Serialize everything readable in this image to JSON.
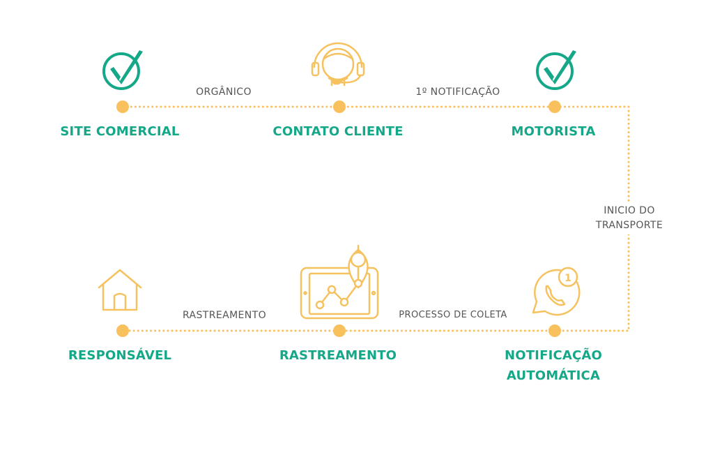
{
  "colors": {
    "accent": "#f9c05e",
    "title": "#14a889",
    "label": "#555555"
  },
  "nodes": {
    "site_comercial": {
      "title": "SITE COMERCIAL",
      "icon": "check-circle-icon"
    },
    "contato_cliente": {
      "title": "CONTATO CLIENTE",
      "icon": "headset-icon"
    },
    "motorista": {
      "title": "MOTORISTA",
      "icon": "check-circle-icon"
    },
    "notificacao": {
      "title_line1": "NOTIFICAÇÃO",
      "title_line2": "AUTOMÁTICA",
      "icon": "whatsapp-notification-icon"
    },
    "rastreamento": {
      "title": "RASTREAMENTO",
      "icon": "tablet-map-pin-icon"
    },
    "responsavel": {
      "title": "RESPONSÁVEL",
      "icon": "house-icon"
    }
  },
  "edges": {
    "organico": "ORGÂNICO",
    "primeira_notificacao": "1º NOTIFICAÇÃO",
    "inicio_transporte_line1": "INICIO DO",
    "inicio_transporte_line2": "TRANSPORTE",
    "processo_coleta": "PROCESSO DE COLETA",
    "rastreamento": "RASTREAMENTO"
  },
  "badge": {
    "count": "1"
  }
}
